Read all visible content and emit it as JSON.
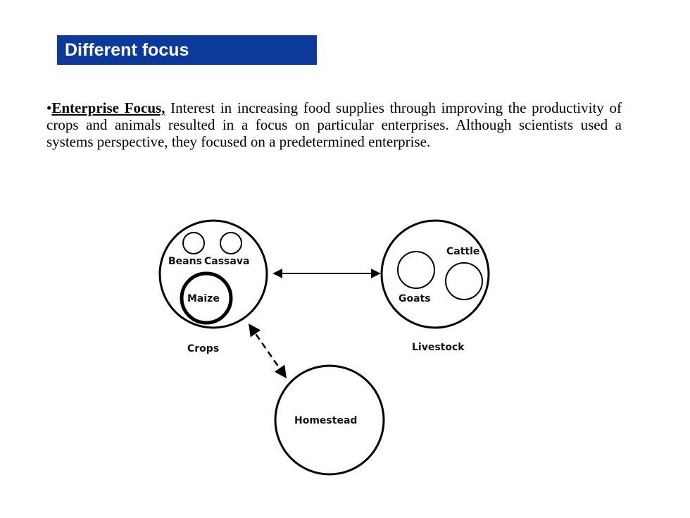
{
  "title": "Different focus",
  "paragraph": {
    "bullet": "•",
    "lead": "Enterprise Focus,",
    "text": " Interest in increasing food supplies through improving the productivity of crops and animals resulted in a focus on particular enterprises. Although scientists used a systems perspective, they focused on a predetermined enterprise."
  },
  "diagram": {
    "crops": {
      "label": "Crops",
      "items": [
        "Beans",
        "Cassava",
        "Maize"
      ]
    },
    "livestock": {
      "label": "Livestock",
      "items": [
        "Cattle",
        "Goats"
      ]
    },
    "homestead": {
      "label": "Homestead"
    }
  }
}
